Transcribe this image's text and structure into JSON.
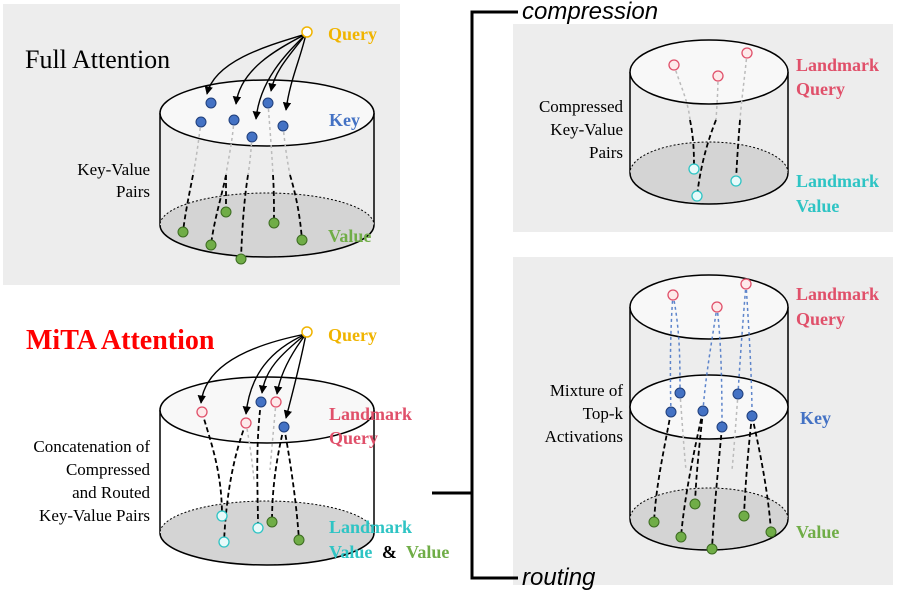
{
  "colors": {
    "query": "#f0b400",
    "key": "#4472c4",
    "value": "#70ad47",
    "landmark_query": "#e0506a",
    "landmark_value": "#2ec4c4",
    "mita_title": "#ff0000",
    "panel_bg": "#ededed",
    "top_ellipse": "#f8f8f8",
    "bottom_ellipse": "#d4d4d4"
  },
  "full_attention": {
    "title": "Full Attention",
    "kv_label": [
      "Key-Value",
      "Pairs"
    ],
    "query_label": "Query",
    "key_label": "Key",
    "value_label": "Value"
  },
  "mita": {
    "title": "MiTA Attention",
    "query_label": "Query",
    "landmark_query_label": [
      "Landmark",
      "Query"
    ],
    "kv_label": [
      "Concatenation of",
      "Compressed",
      "and Routed",
      "Key-Value Pairs"
    ],
    "landmark_label": "Landmark",
    "value_label_a": "Value",
    "value_label_amp": "&",
    "value_label_b": "Value"
  },
  "compression": {
    "heading": "compression",
    "kv_label": [
      "Compressed",
      "Key-Value",
      "Pairs"
    ],
    "landmark_query_label": [
      "Landmark",
      "Query"
    ],
    "landmark_value_label": [
      "Landmark",
      "Value"
    ]
  },
  "routing": {
    "heading": "routing",
    "mix_label": [
      "Mixture of",
      "Top-k",
      "Activations"
    ],
    "landmark_query_label": [
      "Landmark",
      "Query"
    ],
    "key_label": "Key",
    "value_label": "Value"
  }
}
